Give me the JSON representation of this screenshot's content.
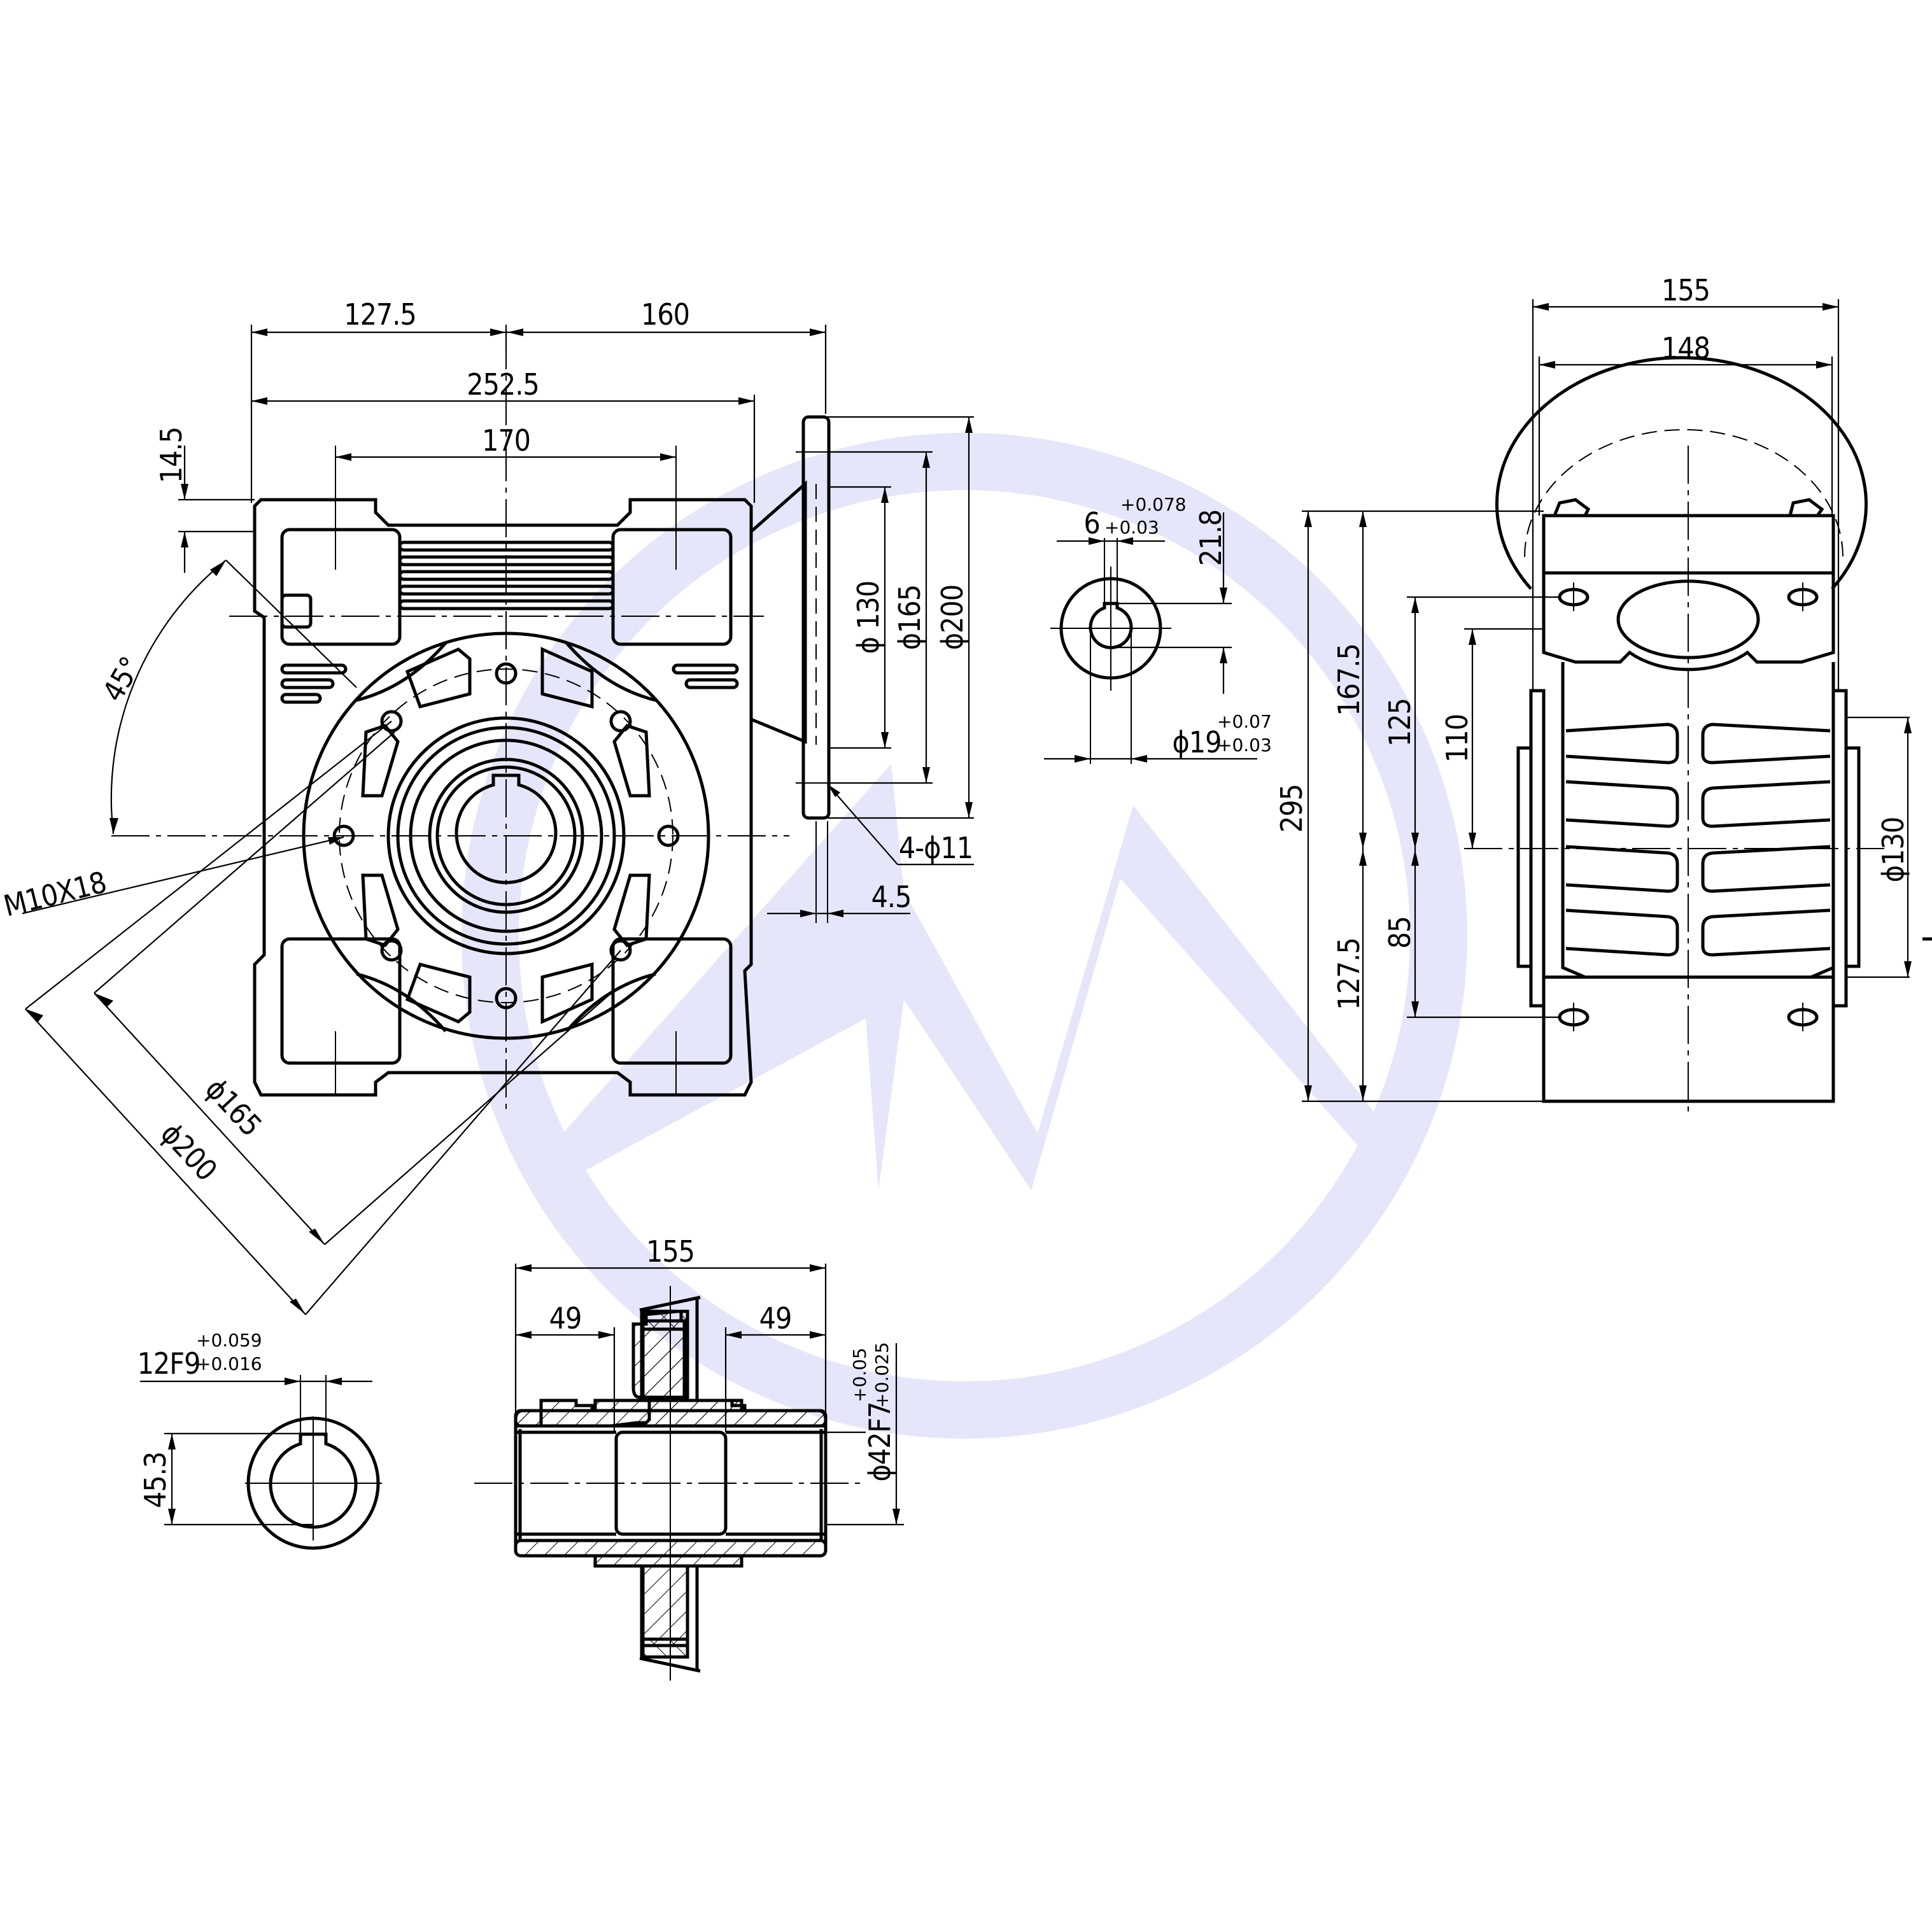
{
  "drawing": {
    "type": "worm gear reducer outline dimension drawing",
    "watermark": {
      "shape": "circle-with-M-logo",
      "color": "#e6e6fa"
    },
    "line_color": "#000000",
    "background": "#ffffff"
  },
  "front_view": {
    "dims": {
      "left_to_center": "127.5",
      "center_to_flange": "160",
      "overall_width": "252.5",
      "foot_hole_spacing": "170",
      "top_offset": "14.5",
      "flange_angle": "45°",
      "thread_callout": "M10X18",
      "bolt_circle_inner": "ϕ165",
      "bolt_circle_outer": "ϕ200"
    }
  },
  "input_flange": {
    "dims": {
      "spigot": "ϕ 130",
      "pcd": "ϕ165",
      "outer": "ϕ200",
      "holes": "4-ϕ11",
      "thickness": "4.5"
    }
  },
  "input_shaft_section": {
    "key_width": "6",
    "key_width_upper_tol": "+0.078",
    "key_width_lower_tol": "+0.03",
    "key_height": "21.8",
    "bore": "ϕ19",
    "bore_upper_tol": "+0.07",
    "bore_lower_tol": "+0.03"
  },
  "side_view": {
    "dims": {
      "overall_width": "155",
      "base_width": "148",
      "overall_height": "295",
      "center_to_top": "167.5",
      "center_to_bottom": "127.5",
      "upper_hole": "125",
      "flange_offset": "110",
      "lower_hole": "85",
      "spigot": "ϕ130"
    }
  },
  "output_hub_section": {
    "key_width": "12F9",
    "key_upper_tol": "+0.059",
    "key_lower_tol": "+0.016",
    "key_depth": "45.3"
  },
  "output_shaft_section": {
    "overall_length": "155",
    "left_hub": "49",
    "right_hub": "49",
    "bore": "ϕ42F7",
    "bore_upper_tol": "+0.05",
    "bore_lower_tol": "+0.025"
  }
}
